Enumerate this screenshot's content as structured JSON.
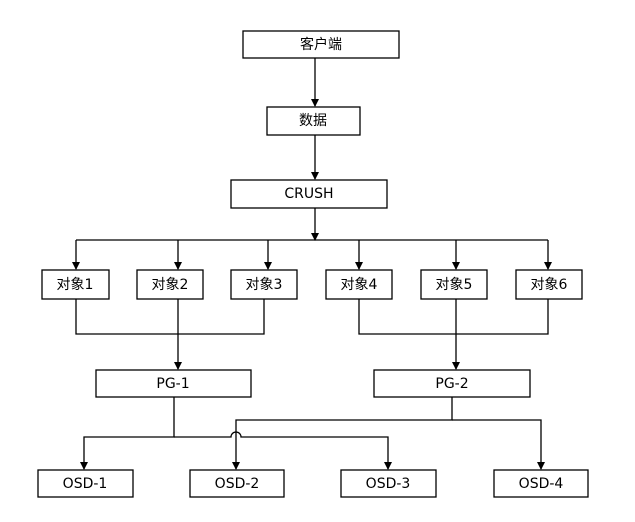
{
  "nodes": {
    "client": {
      "label": "客户端"
    },
    "data": {
      "label": "数据"
    },
    "crush": {
      "label": "CRUSH"
    },
    "obj1": {
      "label": "对象1"
    },
    "obj2": {
      "label": "对象2"
    },
    "obj3": {
      "label": "对象3"
    },
    "obj4": {
      "label": "对象4"
    },
    "obj5": {
      "label": "对象5"
    },
    "obj6": {
      "label": "对象6"
    },
    "pg1": {
      "label": "PG-1"
    },
    "pg2": {
      "label": "PG-2"
    },
    "osd1": {
      "label": "OSD-1"
    },
    "osd2": {
      "label": "OSD-2"
    },
    "osd3": {
      "label": "OSD-3"
    },
    "osd4": {
      "label": "OSD-4"
    }
  }
}
